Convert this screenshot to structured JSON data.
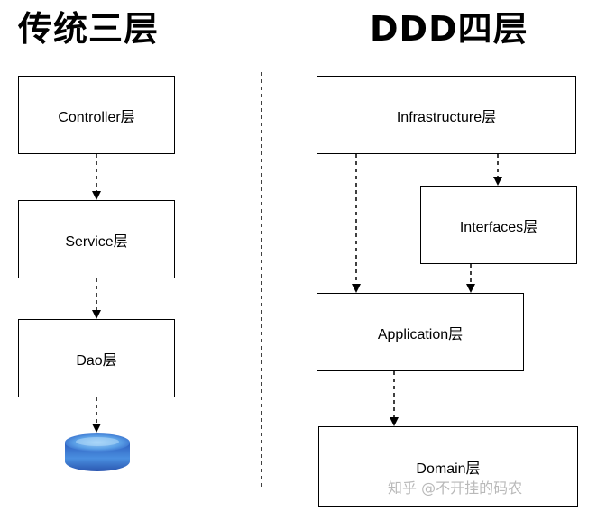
{
  "headings": {
    "traditional": "传统三层",
    "ddd": "DDD四层"
  },
  "traditional_layers": {
    "controller": "Controller层",
    "service": "Service层",
    "dao": "Dao层"
  },
  "ddd_layers": {
    "infrastructure": "Infrastructure层",
    "interfaces": "Interfaces层",
    "application": "Application层",
    "domain": "Domain层"
  },
  "watermark": "知乎 @不开挂的码农",
  "colors": {
    "database_top": "#2f63c6",
    "database_side": "#3a7bd5",
    "database_highlight": "#8ec3f2",
    "line": "#000000"
  }
}
